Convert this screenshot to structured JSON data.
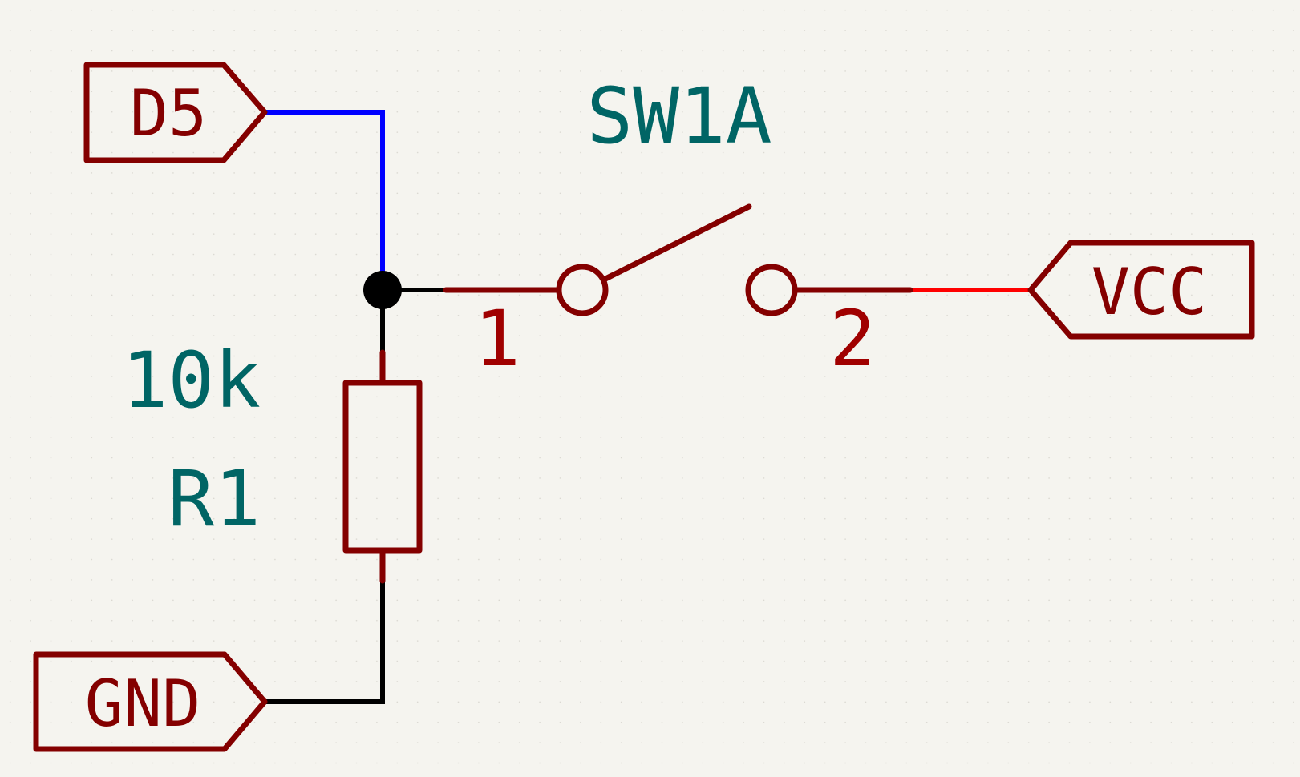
{
  "colors": {
    "background": "#f5f4ef",
    "symbol": "#840000",
    "reference_text": "#006565",
    "pin_number": "#a00000",
    "wire_default": "#000000",
    "wire_d5": "#0000ff",
    "wire_vcc": "#ff0000",
    "junction": "#000000"
  },
  "labels": {
    "d5": "D5",
    "gnd": "GND",
    "vcc": "VCC"
  },
  "switch": {
    "reference": "SW1A",
    "pin1": "1",
    "pin2": "2"
  },
  "resistor": {
    "value": "10k",
    "reference": "R1"
  }
}
